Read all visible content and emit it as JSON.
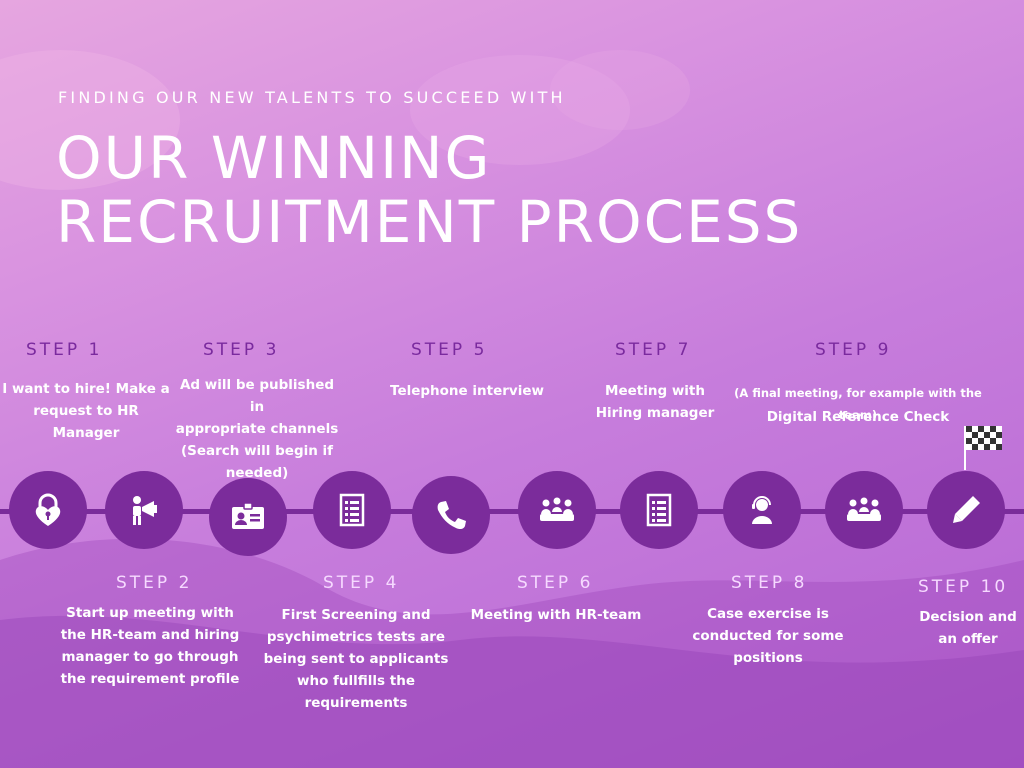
{
  "header": {
    "subtitle": "FINDING OUR NEW TALENTS TO SUCCEED WITH",
    "title_line1": "OUR WINNING",
    "title_line2": "RECRUITMENT PROCESS"
  },
  "steps": [
    {
      "label": "STEP 1",
      "lines": [
        "I want to hire! Make a",
        "request to HR",
        "Manager"
      ],
      "icon": "padlock-heart-icon"
    },
    {
      "label": "STEP 2",
      "lines": [
        "Start up meeting with",
        "the HR-team and hiring",
        "manager to go through",
        "the requirement  profile"
      ],
      "icon": "megaphone-person-icon"
    },
    {
      "label": "STEP 3",
      "lines": [
        "Ad will be published in",
        "appropriate channels",
        "(Search will begin if",
        "needed)"
      ],
      "icon": "id-card-icon"
    },
    {
      "label": "STEP 4",
      "lines": [
        "First Screening and",
        "psychimetrics tests are",
        "being sent to applicants",
        "who fullfills the",
        "requirements"
      ],
      "icon": "checklist-icon"
    },
    {
      "label": "STEP 5",
      "lines": [
        "Telephone interview"
      ],
      "icon": "phone-icon"
    },
    {
      "label": "STEP 6",
      "lines": [
        "Meeting with HR-team"
      ],
      "icon": "meeting-group-icon"
    },
    {
      "label": "STEP 7",
      "lines": [
        "Meeting with",
        "Hiring manager"
      ],
      "icon": "checklist-icon"
    },
    {
      "label": "STEP 8",
      "lines": [
        "Case exercise is",
        "conducted for some",
        "positions"
      ],
      "icon": "headset-person-icon"
    },
    {
      "label": "STEP 9",
      "note": "(A final meeting, for example with the team)",
      "lines": [
        "Digital Reference Check"
      ],
      "icon": "meeting-group-icon"
    },
    {
      "label": "STEP 10",
      "lines": [
        "Decision and",
        "an offer"
      ],
      "icon": "pencil-icon"
    }
  ],
  "finish_icon": "checkered-flag-icon",
  "colors": {
    "node": "#7b2c9b",
    "line": "#7a2c9a",
    "top_label": "#7a2a9e",
    "bottom_label": "#f6d9ff",
    "background_top": "#e6a6e0",
    "background_bottom": "#b565d3"
  }
}
